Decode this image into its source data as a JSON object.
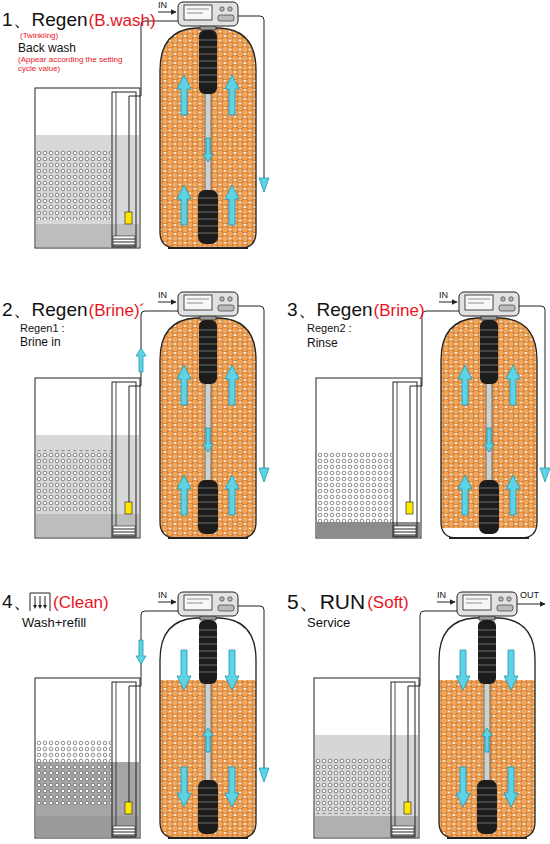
{
  "diagram": {
    "labels": [
      "1、Regen",
      "(B.wash)",
      "(Twinkling)",
      "Back wash",
      "(Appear according the setting cycle value)",
      "IN",
      "2、Regen",
      "(Brine)´",
      "Regen1 :",
      "Brine in",
      "IN",
      "3、Regen",
      "(Brine)",
      "Regen2 :",
      "Rinse",
      "IN",
      "4、",
      "(Clean)",
      "Wash+refill",
      "IN",
      "5、RUN",
      "(Soft)",
      "Service",
      "IN",
      "OUT"
    ]
  }
}
